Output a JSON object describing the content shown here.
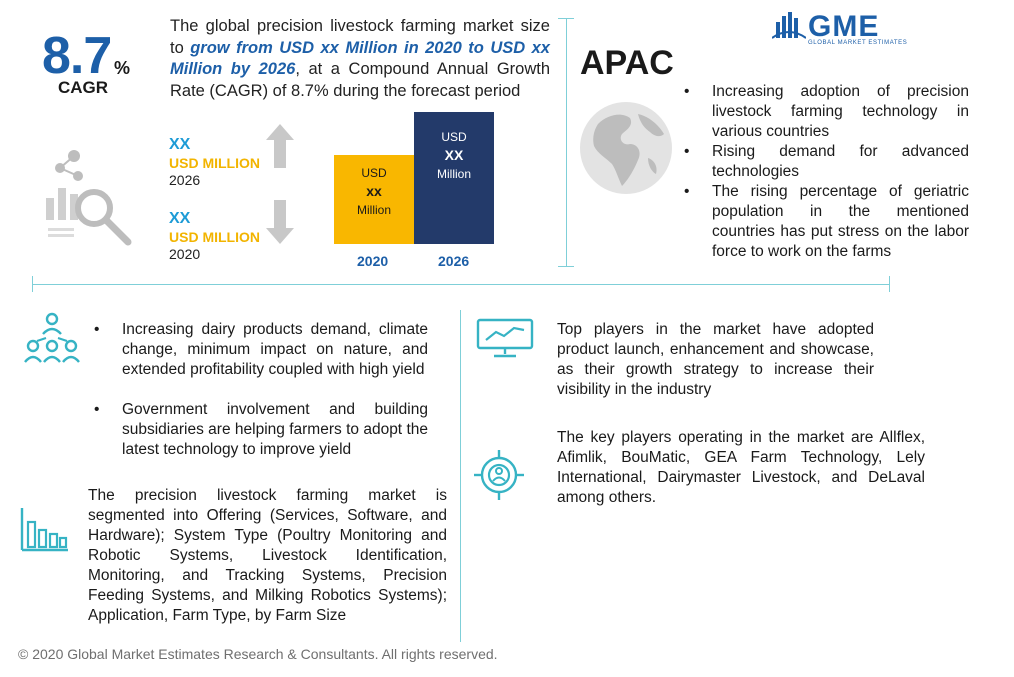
{
  "brand": {
    "name": "GME",
    "subtitle": "GLOBAL MARKET ESTIMATES",
    "color": "#1d5fa8"
  },
  "cagr": {
    "value": "8.7",
    "percent": "%",
    "label": "CAGR"
  },
  "intro": {
    "text_before": "The global precision livestock farming market size to ",
    "highlight": "grow from USD xx Million in 2020 to USD xx Million by 2026",
    "text_after": ", at a Compound Annual Growth Rate (CAGR) of 8.7% during the forecast period"
  },
  "market_2026": {
    "value": "XX",
    "unit": "USD MILLION",
    "year": "2026"
  },
  "market_2020": {
    "value": "XX",
    "unit": "USD MILLION",
    "year": "2020"
  },
  "chart_data": {
    "type": "bar",
    "categories": [
      "2020",
      "2026"
    ],
    "bars": [
      {
        "year": "2020",
        "line1": "USD",
        "line2": "xx",
        "line3": "Million",
        "color": "#f9b700"
      },
      {
        "year": "2026",
        "line1": "USD",
        "line2": "XX",
        "line3": "Million",
        "color": "#233a6a"
      }
    ]
  },
  "region": {
    "name": "APAC",
    "bullets": [
      "Increasing adoption of precision livestock farming technology in various countries",
      "Rising demand for advanced technologies",
      "The rising percentage of geriatric population in the mentioned countries has put stress on the labor force to work on the farms"
    ]
  },
  "drivers": [
    "Increasing dairy products demand, climate change, minimum impact on nature, and extended profitability coupled with high yield",
    "Government involvement and building subsidiaries are helping farmers to adopt the latest technology to improve yield"
  ],
  "segmentation": "The precision livestock farming market is segmented into Offering (Services, Software, and Hardware); System Type (Poultry Monitoring and Robotic Systems, Livestock Identification, Monitoring, and Tracking Systems, Precision Feeding Systems, and Milking Robotics Systems); Application, Farm Type, by Farm Size",
  "strategy": "Top players in the market have adopted product launch, enhancement and showcase, as their growth strategy to increase their visibility in the industry",
  "key_players": "The key players operating in the market are Allflex, Afimlik, BouMatic, GEA Farm Technology, Lely International, Dairymaster Livestock, and DeLaval among others.",
  "footer": "© 2020 Global Market Estimates Research & Consultants. All rights reserved.",
  "colors": {
    "accent_blue": "#1d5fa8",
    "light_blue": "#1d9bd6",
    "gold": "#f2b400",
    "navy": "#233a6a",
    "teal_line": "#7fcfd8",
    "icon_gray": "#bdbdbd"
  }
}
